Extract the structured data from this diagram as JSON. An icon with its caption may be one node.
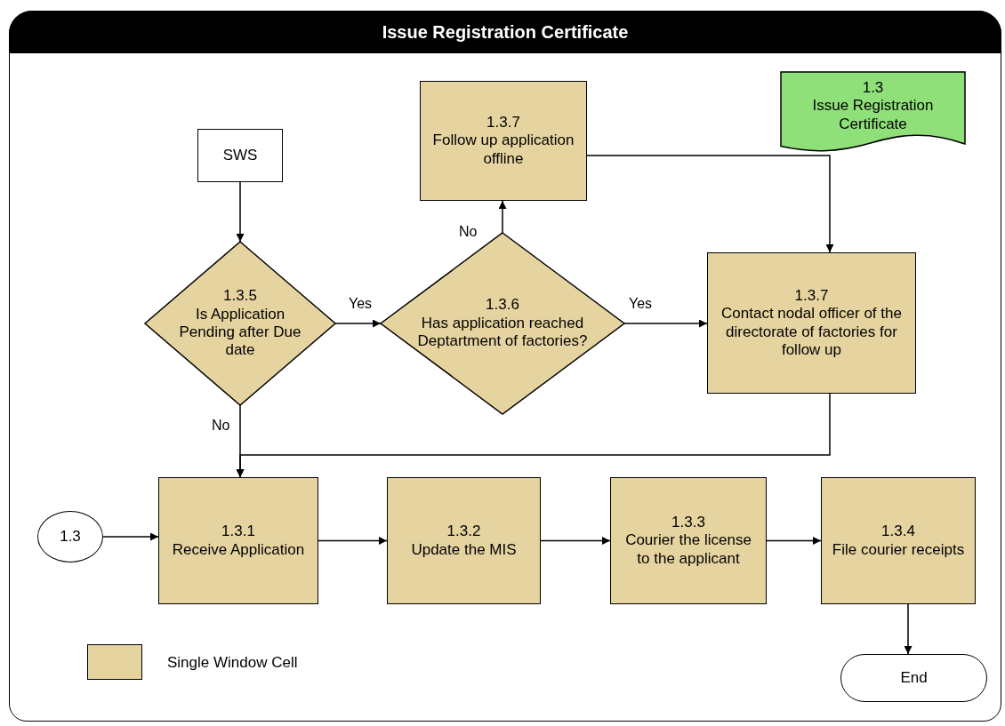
{
  "diagram": {
    "title": "Issue Registration Certificate",
    "nodes": [
      {
        "text": [
          "SWS"
        ]
      },
      {
        "text": [
          "1.3.5",
          "Is Application Pending after Due date"
        ]
      },
      {
        "text": [
          "1.3.6",
          "Has application reached Deptartment of factories?"
        ]
      },
      {
        "text": [
          "1.3.7",
          "Follow up application offline"
        ]
      },
      {
        "text": [
          "1.3.7",
          "Contact nodal officer of the directorate of factories for follow up"
        ]
      },
      {
        "text": [
          "1.3",
          "Issue Registration Certificate"
        ]
      },
      {
        "text": [
          "1.3"
        ]
      },
      {
        "text": [
          "1.3.1",
          "Receive Application"
        ]
      },
      {
        "text": [
          "1.3.2",
          "Update the MIS"
        ]
      },
      {
        "text": [
          "1.3.3",
          "Courier the license to the applicant"
        ]
      },
      {
        "text": [
          "1.3.4",
          "File courier receipts"
        ]
      },
      {
        "text": [
          "End"
        ]
      }
    ],
    "edges": [
      {
        "from": 0,
        "to": 1,
        "arrow": "to"
      },
      {
        "from": 1,
        "to": 2,
        "arrow": "to",
        "label": "Yes"
      },
      {
        "from": 2,
        "to": 3,
        "arrow": "to",
        "label": "No"
      },
      {
        "from": 2,
        "to": 4,
        "arrow": "to",
        "label": "Yes"
      },
      {
        "from": 3,
        "to": 4,
        "arrow": "to"
      },
      {
        "from": 4,
        "to": 7,
        "arrow": "to"
      },
      {
        "from": 1,
        "to": 7,
        "arrow": "to",
        "label": "No"
      },
      {
        "from": 6,
        "to": 7,
        "arrow": "to"
      },
      {
        "from": 7,
        "to": 8,
        "arrow": "to"
      },
      {
        "from": 8,
        "to": 9,
        "arrow": "to"
      },
      {
        "from": 9,
        "to": 10,
        "arrow": "to"
      },
      {
        "from": 10,
        "to": 11,
        "arrow": "to"
      }
    ],
    "legend": [
      {
        "text": "Single Window Cell",
        "color": "#e6d4a0"
      }
    ]
  }
}
